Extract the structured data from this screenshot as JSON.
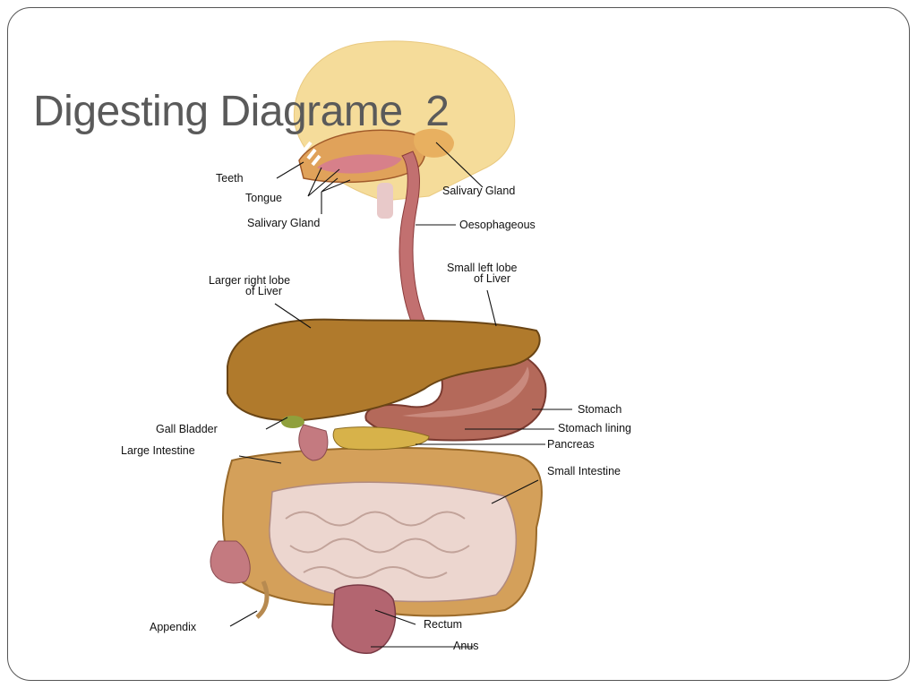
{
  "slide": {
    "title": "Digesting Diagrame  2"
  },
  "diagram": {
    "labels": {
      "teeth": "Teeth",
      "tongue": "Tongue",
      "salivary_gland_lower": "Salivary Gland",
      "salivary_gland_upper": "Salivary Gland",
      "oesophageous": "Oesophageous",
      "liver_right_line1": "Larger right lobe",
      "liver_right_line2": "of Liver",
      "liver_left_line1": "Small left lobe",
      "liver_left_line2": "of Liver",
      "stomach": "Stomach",
      "stomach_lining": "Stomach lining",
      "gall_bladder": "Gall Bladder",
      "pancreas": "Pancreas",
      "large_intestine": "Large Intestine",
      "small_intestine": "Small Intestine",
      "appendix": "Appendix",
      "rectum": "Rectum",
      "anus": "Anus"
    },
    "colors": {
      "head": "#f5dc9a",
      "liver": "#b07a2c",
      "stomach": "#b4695a",
      "stomach_lining": "#c98a7e",
      "large_intestine": "#d4a05a",
      "small_intestine": "#ecd6cf",
      "rectum": "#b36570",
      "gall_bladder": "#8fa03c",
      "pancreas": "#d7b24a"
    }
  }
}
